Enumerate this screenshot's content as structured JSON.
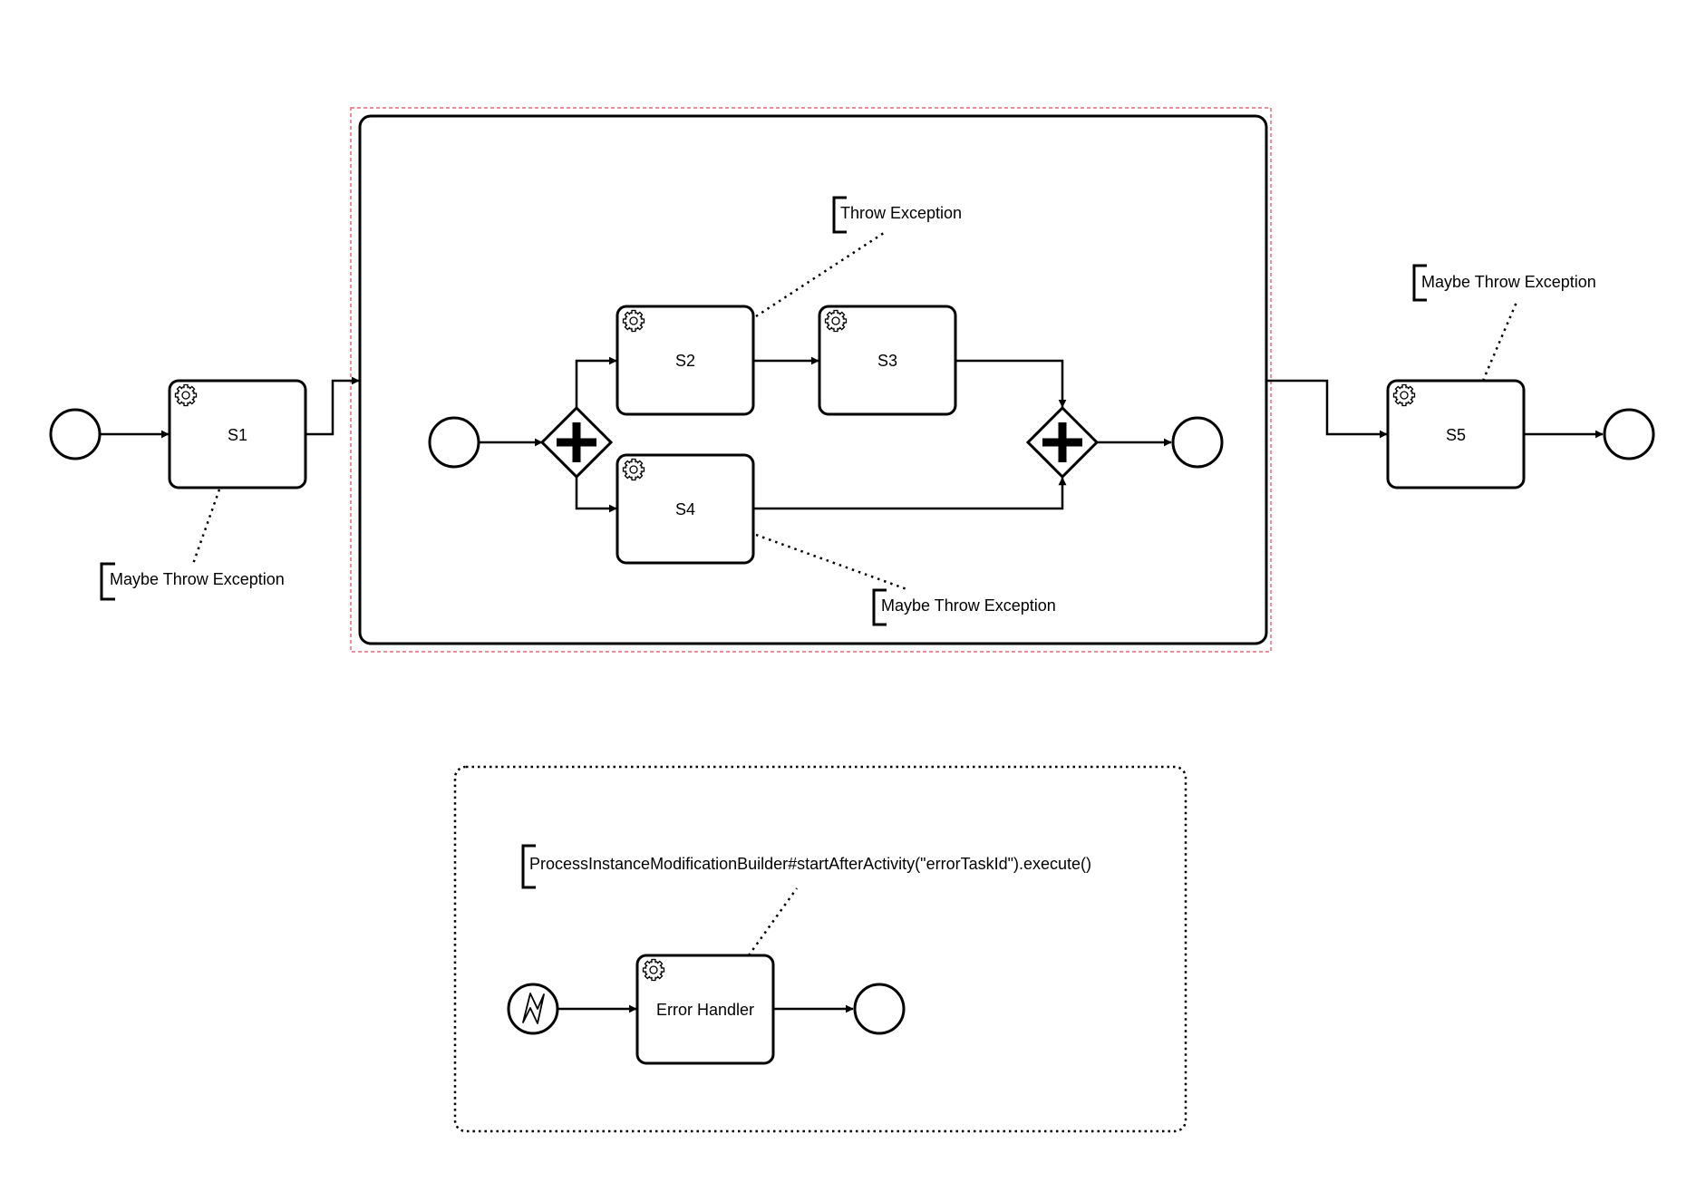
{
  "tasks": {
    "s1": "S1",
    "s2": "S2",
    "s3": "S3",
    "s4": "S4",
    "s5": "S5",
    "error_handler": "Error Handler"
  },
  "annotations": {
    "s1_note": "Maybe Throw Exception",
    "s2_note": "Throw Exception",
    "s4_note": "Maybe Throw Exception",
    "s5_note": "Maybe Throw Exception",
    "error_handler_note": "ProcessInstanceModificationBuilder#startAfterActivity(\"errorTaskId\").execute()"
  },
  "icons": {
    "service_task": "gear-icon",
    "parallel_gateway": "plus-icon",
    "error_start_event": "lightning-icon"
  },
  "colors": {
    "selection": "#e8697a",
    "stroke": "#000000"
  }
}
